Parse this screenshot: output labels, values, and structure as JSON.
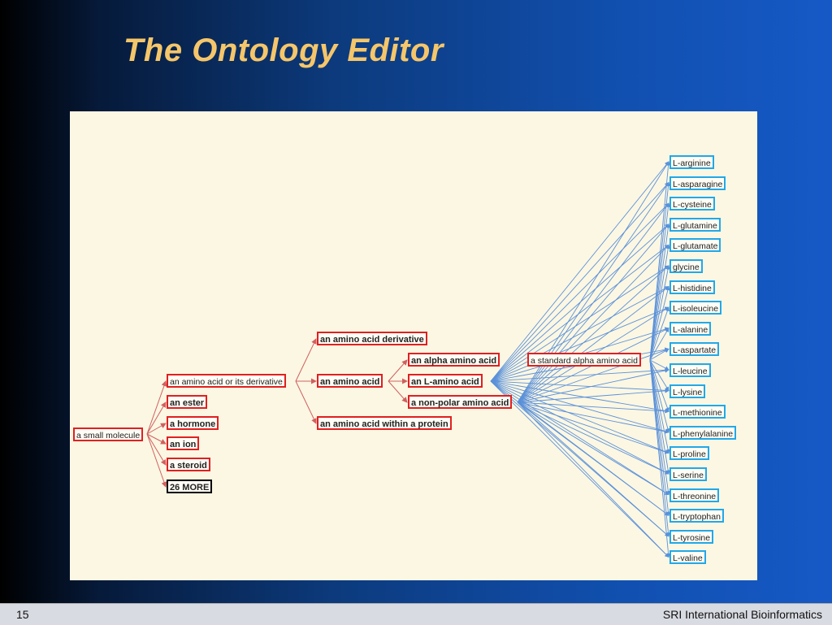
{
  "slide": {
    "title": "The Ontology Editor",
    "page_number": "15",
    "footer_org": "SRI International Bioinformatics"
  },
  "graph": {
    "root": "a small molecule",
    "level1": [
      "an amino acid or its derivative",
      "an ester",
      "a hormone",
      "an ion",
      "a steroid",
      "26 MORE"
    ],
    "level2": [
      "an amino acid derivative",
      "an amino acid",
      "an amino acid within a protein"
    ],
    "level3": [
      "an alpha amino acid",
      "an L-amino acid",
      "a non-polar amino acid"
    ],
    "level4": "a standard alpha amino acid",
    "leaves": [
      "L-arginine",
      "L-asparagine",
      "L-cysteine",
      "L-glutamine",
      "L-glutamate",
      "glycine",
      "L-histidine",
      "L-isoleucine",
      "L-alanine",
      "L-aspartate",
      "L-leucine",
      "L-lysine",
      "L-methionine",
      "L-phenylalanine",
      "L-proline",
      "L-serine",
      "L-threonine",
      "L-tryptophan",
      "L-tyrosine",
      "L-valine"
    ],
    "colors": {
      "edge_red": "#d06060",
      "edge_blue": "#4a86d8",
      "node_red_border": "#e02020",
      "node_blue_border": "#22a8e8",
      "canvas_bg": "#fcf7e3",
      "title_color": "#f5c66a"
    }
  }
}
